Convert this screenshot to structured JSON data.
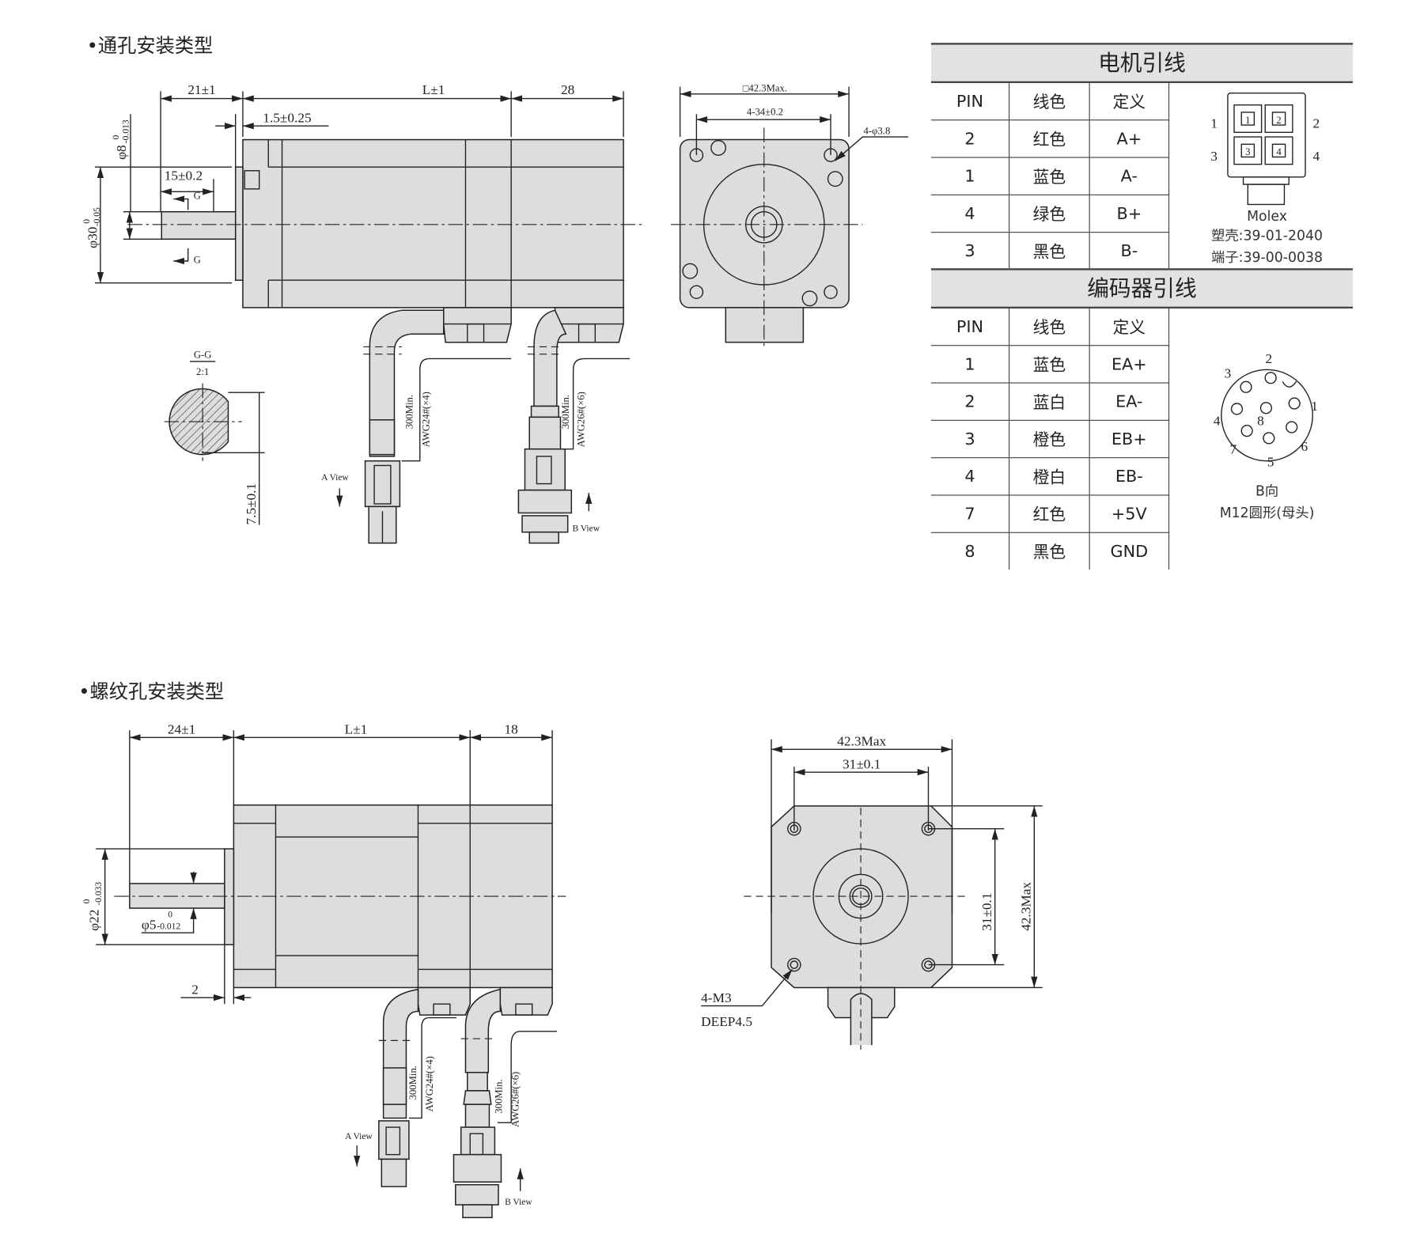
{
  "section1": {
    "heading": "•通孔安装类型",
    "side_view": {
      "dim_shaft_len": "21±1",
      "dim_body_len": "L±1",
      "dim_encoder_len": "28",
      "dim_flange": "1.5±0.25",
      "dim_flat": "15±0.2",
      "dim_shaft_dia": "φ8",
      "dim_shaft_dia_tol_upper": "0",
      "dim_shaft_dia_tol_lower": "-0.013",
      "dim_boss_dia": "φ30",
      "dim_boss_dia_tol_upper": "0",
      "dim_boss_dia_tol_lower": "-0.05",
      "section_mark": "G",
      "section_title": "G-G",
      "section_scale": "2:1",
      "section_flat": "7.5±0.1",
      "cable1_len": "300Min.",
      "cable1_awg": "AWG24#(×4)",
      "cable2_len": "300Min.",
      "cable2_awg": "AWG26#(×6)",
      "a_view": "A View",
      "b_view": "B View"
    },
    "front_view": {
      "dim_square": "□42.3Max.",
      "dim_holes": "4-34±0.2",
      "dim_hole_dia": "4-φ3.8"
    }
  },
  "section2": {
    "heading": "•螺纹孔安装类型",
    "side_view": {
      "dim_shaft_len": "24±1",
      "dim_body_len": "L±1",
      "dim_encoder_len": "18",
      "dim_boss_dia": "φ22",
      "dim_boss_dia_tol_upper": "0",
      "dim_boss_dia_tol_lower": "-0.033",
      "dim_shaft_dia": "φ5",
      "dim_shaft_dia_tol_upper": "0",
      "dim_shaft_dia_tol_lower": "-0.012",
      "dim_flange": "2",
      "cable1_len": "300Min.",
      "cable1_awg": "AWG24#(×4)",
      "cable2_len": "300Min.",
      "cable2_awg": "AWG26#(×6)",
      "a_view": "A View",
      "b_view": "B View"
    },
    "front_view": {
      "dim_width": "42.3Max",
      "dim_holes_h": "31±0.1",
      "dim_holes_v": "31±0.1",
      "dim_height": "42.3Max",
      "thread_label": "4-M3",
      "thread_depth": "DEEP4.5"
    }
  },
  "motor_leads": {
    "title": "电机引线",
    "headers": [
      "PIN",
      "线色",
      "定义"
    ],
    "rows": [
      [
        "2",
        "红色",
        "A+"
      ],
      [
        "1",
        "蓝色",
        "A-"
      ],
      [
        "4",
        "绿色",
        "B+"
      ],
      [
        "3",
        "黑色",
        "B-"
      ]
    ],
    "connector": {
      "pin_labels": [
        "1",
        "2",
        "3",
        "4"
      ],
      "brand": "Molex",
      "housing": "塑壳:39-01-2040",
      "terminal": "端子:39-00-0038"
    }
  },
  "encoder_leads": {
    "title": "编码器引线",
    "headers": [
      "PIN",
      "线色",
      "定义"
    ],
    "rows": [
      [
        "1",
        "蓝色",
        "EA+"
      ],
      [
        "2",
        "蓝白",
        "EA-"
      ],
      [
        "3",
        "橙色",
        "EB+"
      ],
      [
        "4",
        "橙白",
        "EB-"
      ],
      [
        "7",
        "红色",
        "+5V"
      ],
      [
        "8",
        "黑色",
        "GND"
      ]
    ],
    "connector": {
      "pin_labels": [
        "1",
        "2",
        "3",
        "4",
        "5",
        "6",
        "7",
        "8"
      ],
      "view": "B向",
      "type": "M12圆形(母头)"
    }
  }
}
